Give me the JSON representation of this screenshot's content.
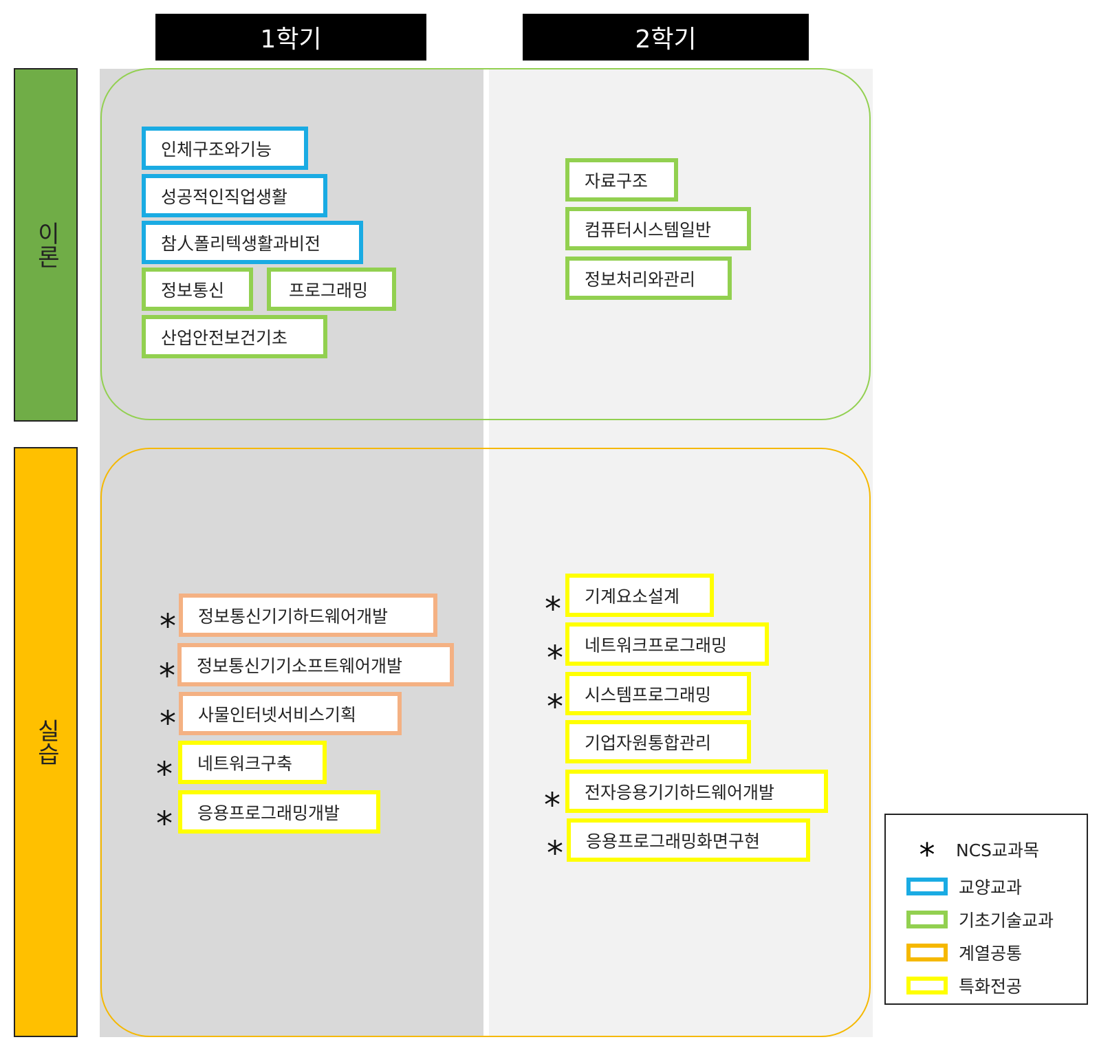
{
  "headers": {
    "sem1": "1학기",
    "sem2": "2학기"
  },
  "rows": {
    "theory": "이론",
    "practice": "실습"
  },
  "colors": {
    "general": "#1aabe3",
    "basic": "#92d050",
    "common": "#f5b800",
    "special": "#ffff00",
    "ncs_box": "#f4b183",
    "theory_label": "#70ad47",
    "practice_label": "#ffc000",
    "col1_bg": "#d9d9d9",
    "col2_bg": "#f2f2f2"
  },
  "theory": {
    "sem1": [
      "인체구조와기능",
      "성공적인직업생활",
      "참人폴리텍생활과비전",
      "정보통신",
      "프로그래밍",
      "산업안전보건기초"
    ],
    "sem2": [
      "자료구조",
      "컴퓨터시스템일반",
      "정보처리와관리"
    ]
  },
  "practice": {
    "sem1": [
      "정보통신기기하드웨어개발",
      "정보통신기기소프트웨어개발",
      "사물인터넷서비스기획",
      "네트워크구축",
      "응용프로그래밍개발"
    ],
    "sem2": [
      "기계요소설계",
      "네트워크프로그래밍",
      "시스템프로그래밍",
      "기업자원통합관리",
      "전자응용기기하드웨어개발",
      "응용프로그래밍화면구현"
    ]
  },
  "star": "*",
  "legend": {
    "ncs": "NCS교과목",
    "general": "교양교과",
    "basic": "기초기술교과",
    "common": "계열공통",
    "special": "특화전공"
  }
}
